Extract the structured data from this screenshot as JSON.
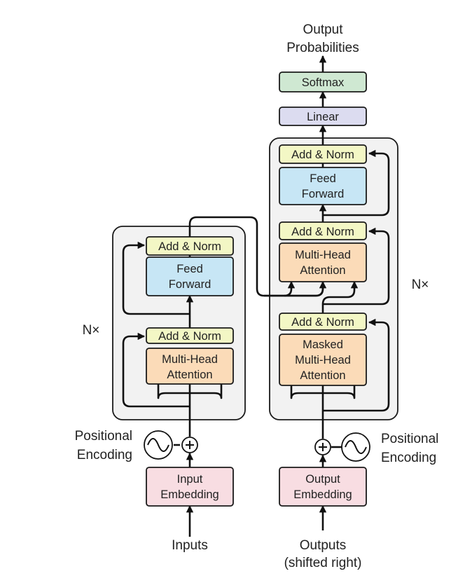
{
  "diagram": {
    "title_lines": [
      "Output",
      "Probabilities"
    ],
    "encoder": {
      "input_label": "Inputs",
      "embedding_lines": [
        "Input",
        "Embedding"
      ],
      "positional_lines": [
        "Positional",
        "Encoding"
      ],
      "attention_lines": [
        "Multi-Head",
        "Attention"
      ],
      "add_norm_1": "Add & Norm",
      "feed_forward_lines": [
        "Feed",
        "Forward"
      ],
      "add_norm_2": "Add & Norm",
      "repeat_label": "N×"
    },
    "decoder": {
      "input_lines": [
        "Outputs",
        "(shifted right)"
      ],
      "embedding_lines": [
        "Output",
        "Embedding"
      ],
      "positional_lines": [
        "Positional",
        "Encoding"
      ],
      "masked_attention_lines": [
        "Masked",
        "Multi-Head",
        "Attention"
      ],
      "add_norm_1": "Add & Norm",
      "attention_lines": [
        "Multi-Head",
        "Attention"
      ],
      "add_norm_2": "Add & Norm",
      "feed_forward_lines": [
        "Feed",
        "Forward"
      ],
      "add_norm_3": "Add & Norm",
      "repeat_label": "N×"
    },
    "head": {
      "linear": "Linear",
      "softmax": "Softmax"
    },
    "colors": {
      "add_norm": "#f3f7c5",
      "feed_forward": "#c7e6f5",
      "attention": "#fbdbb8",
      "embedding": "#f8dde2",
      "linear": "#dcdcf0",
      "softmax": "#cfe8d2",
      "stack_frame": "#f2f2f2"
    }
  }
}
